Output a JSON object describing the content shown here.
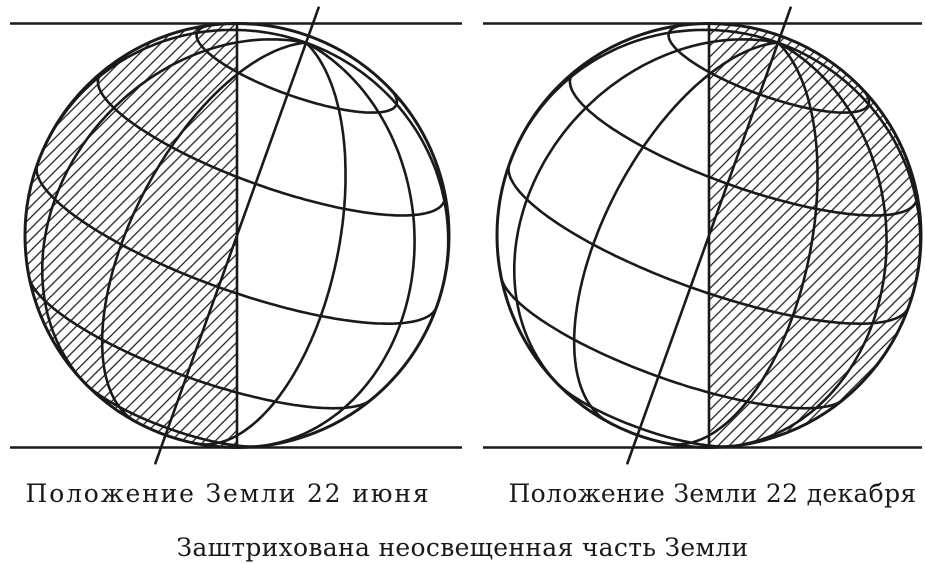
{
  "captions": {
    "june": "Положение Земли 22 июня",
    "december": "Положение Земли 22 декабря",
    "note": "Заштрихована неосвещенная часть Земли"
  },
  "colors": {
    "ink": "#1a1a1a",
    "background": "#ffffff"
  }
}
